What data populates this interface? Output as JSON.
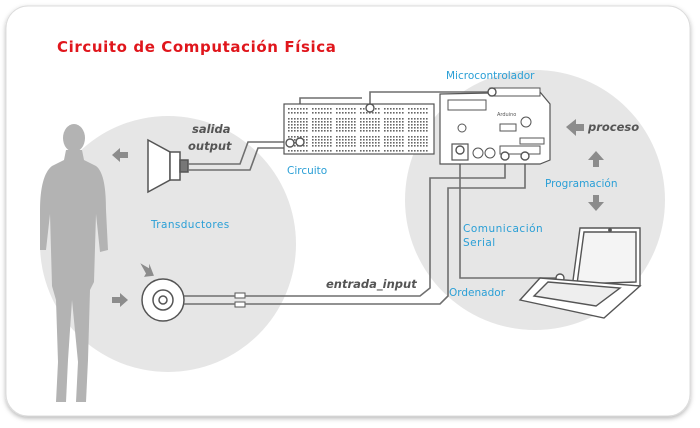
{
  "title": "Circuito de Computación Física",
  "labels": {
    "salida": "salida",
    "output": "output",
    "circuito": "Circuito",
    "transductores": "Transductores",
    "microcontrolador": "Microcontrolador",
    "arduino": "Arduino",
    "proceso": "proceso",
    "programacion": "Programación",
    "comunicacion": "Comunicación",
    "serial": "Serial",
    "entrada_input": "entrada_input",
    "ordenador": "Ordenador"
  },
  "colors": {
    "title": "#e0161c",
    "label_blue": "#2a9fd6",
    "circle": "#e6e6e6",
    "silhouette": "#b3b3b3",
    "wire": "#6f6f6f",
    "device_stroke": "#555555",
    "arrow": "#8c8c8c"
  },
  "icons": [
    "person-silhouette-icon",
    "speaker-icon",
    "sensor-disc-icon",
    "breadboard-icon",
    "arduino-board-icon",
    "laptop-icon"
  ]
}
